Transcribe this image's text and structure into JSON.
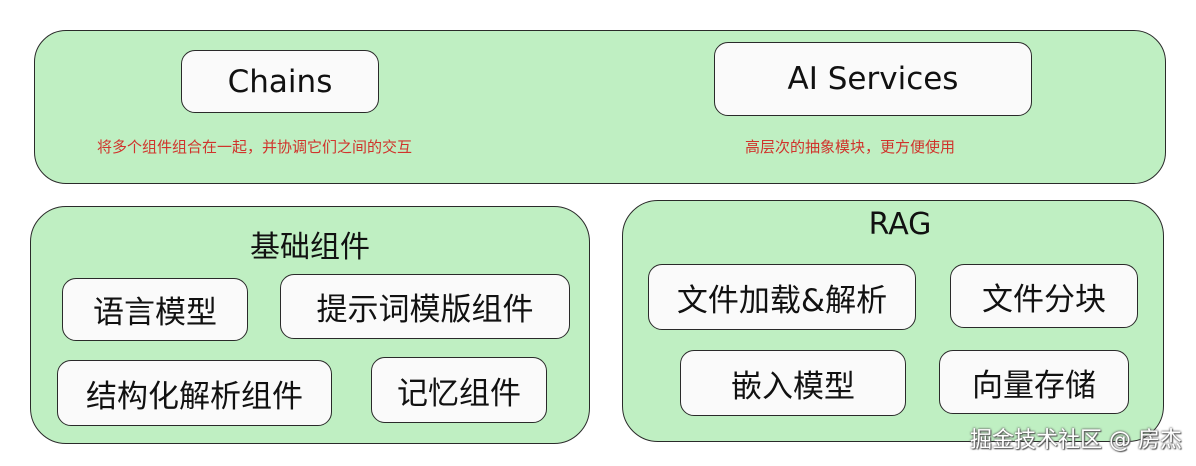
{
  "top_panel": {
    "chains": {
      "label": "Chains",
      "desc": "将多个组件组合在一起，并协调它们之间的交互"
    },
    "ai_services": {
      "label": "AI Services",
      "desc": "高层次的抽象模块，更方便使用"
    }
  },
  "basic_components": {
    "title": "基础组件",
    "items": [
      "语言模型",
      "提示词模版组件",
      "结构化解析组件",
      "记忆组件"
    ]
  },
  "rag": {
    "title": "RAG",
    "items": [
      "文件加载&解析",
      "文件分块",
      "嵌入模型",
      "向量存储"
    ]
  },
  "watermark": "掘金技术社区 @ 房杰",
  "colors": {
    "panel_fill": "#bfefc2",
    "box_fill": "#fafafa",
    "note_text": "#d0342c",
    "border": "#2a2a2a"
  }
}
